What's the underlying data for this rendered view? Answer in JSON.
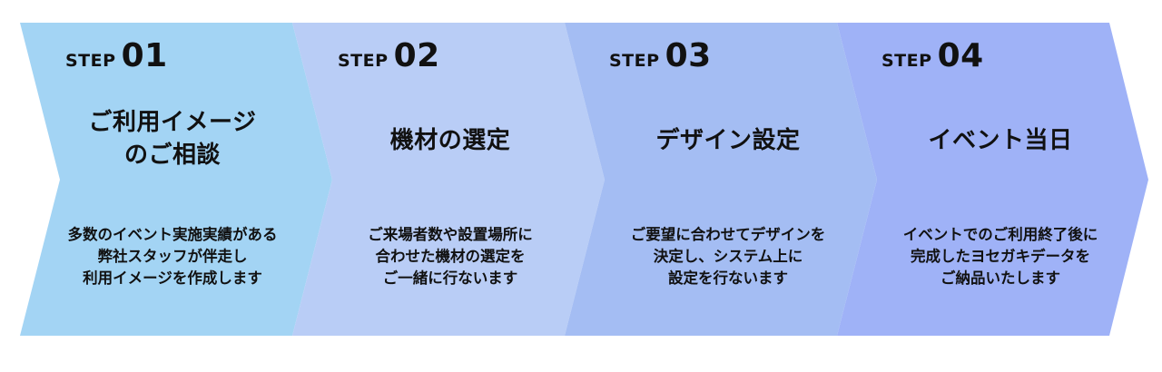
{
  "colors": {
    "step1": "#a3d4f4",
    "step2": "#b9cdf6",
    "step3": "#a4bdf3",
    "step4": "#9fb2f7",
    "text": "#111111"
  },
  "steps": [
    {
      "step_word": "STEP",
      "step_number": "01",
      "title_lines": [
        "ご利用イメージ",
        "のご相談"
      ],
      "desc_lines": [
        "多数のイベント実施実績がある",
        "弊社スタッフが伴走し",
        "利用イメージを作成します"
      ]
    },
    {
      "step_word": "STEP",
      "step_number": "02",
      "title_lines": [
        "機材の選定"
      ],
      "desc_lines": [
        "ご来場者数や設置場所に",
        "合わせた機材の選定を",
        "ご一緒に行ないます"
      ]
    },
    {
      "step_word": "STEP",
      "step_number": "03",
      "title_lines": [
        "デザイン設定"
      ],
      "desc_lines": [
        "ご要望に合わせてデザインを",
        "決定し、システム上に",
        "設定を行ないます"
      ]
    },
    {
      "step_word": "STEP",
      "step_number": "04",
      "title_lines": [
        "イベント当日"
      ],
      "desc_lines": [
        "イベントでのご利用終了後に",
        "完成したヨセガキデータを",
        "ご納品いたします"
      ]
    }
  ]
}
